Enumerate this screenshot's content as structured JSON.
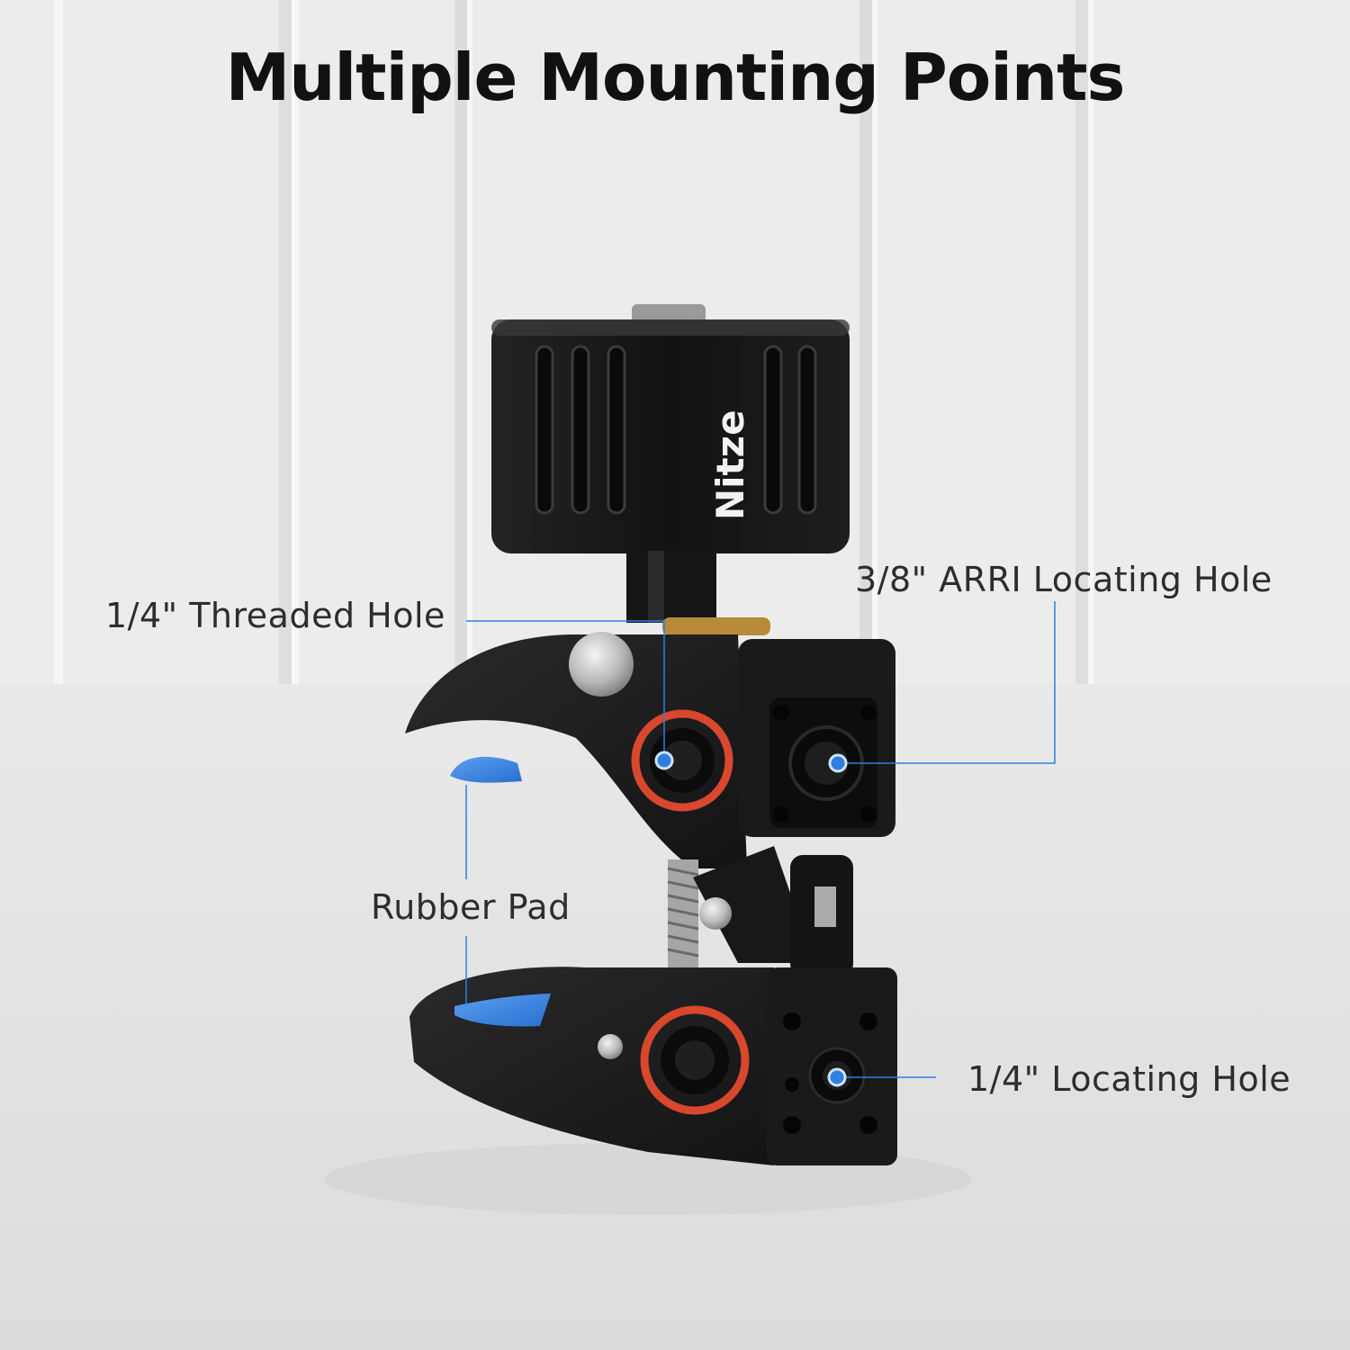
{
  "headline": "Multiple Mounting Points",
  "brand": "Nitze",
  "callouts": {
    "threaded_hole": "1/4\" Threaded Hole",
    "arri_hole": "3/8\" ARRI Locating Hole",
    "rubber_pad": "Rubber Pad",
    "locating_hole": "1/4\" Locating Hole"
  },
  "colors": {
    "accent_line": "#2f7fe0",
    "o_ring": "#d8472e",
    "rubber_pad": "#2f7fe0",
    "body": "#1b1b1c"
  }
}
